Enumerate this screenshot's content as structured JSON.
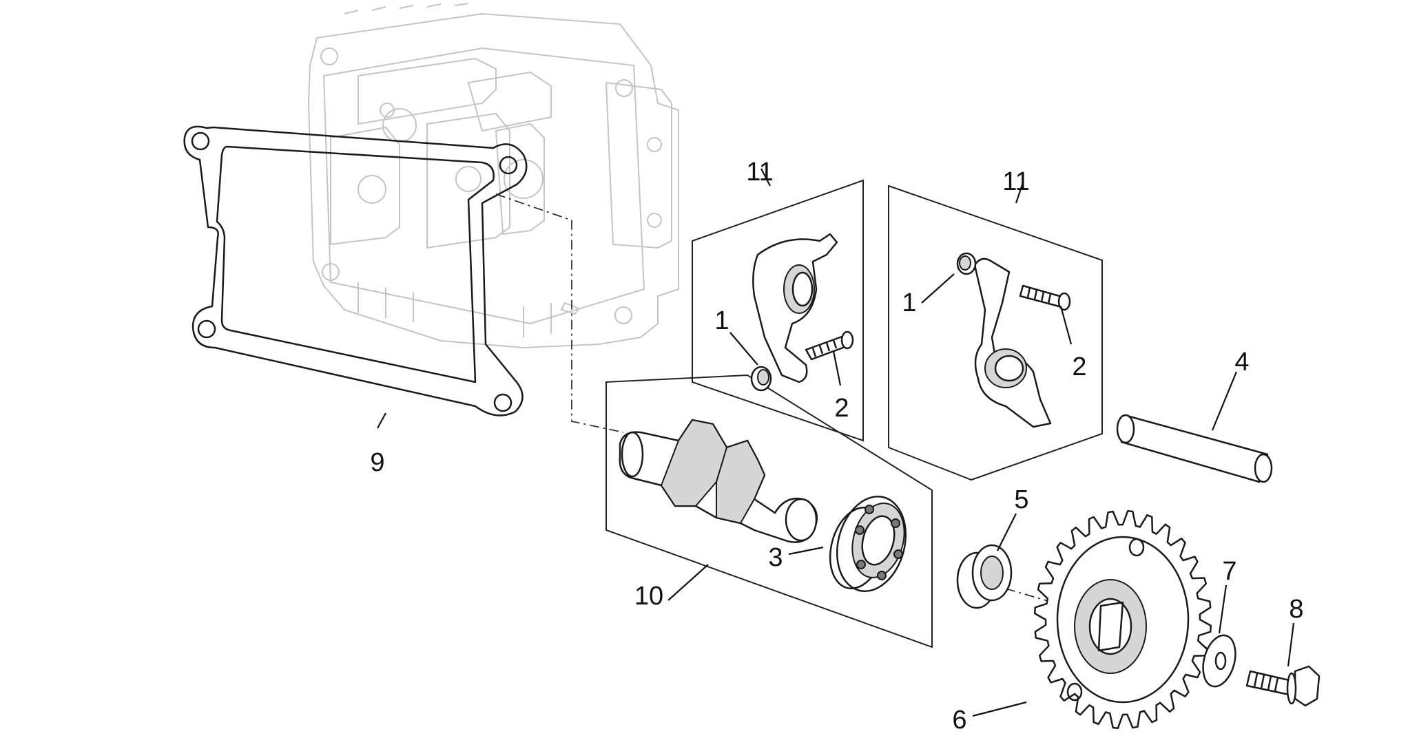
{
  "diagram": {
    "labels": {
      "gasket": "9",
      "camshaft_group": "10",
      "rocker_group_left": "11",
      "rocker_group_right": "11",
      "bushing_left": "1",
      "bushing_right": "1",
      "adjuster_screw_left": "2",
      "adjuster_screw_right": "2",
      "bearing": "3",
      "rocker_pin": "4",
      "spacer": "5",
      "sprocket": "6",
      "washer": "7",
      "bolt": "8"
    }
  }
}
